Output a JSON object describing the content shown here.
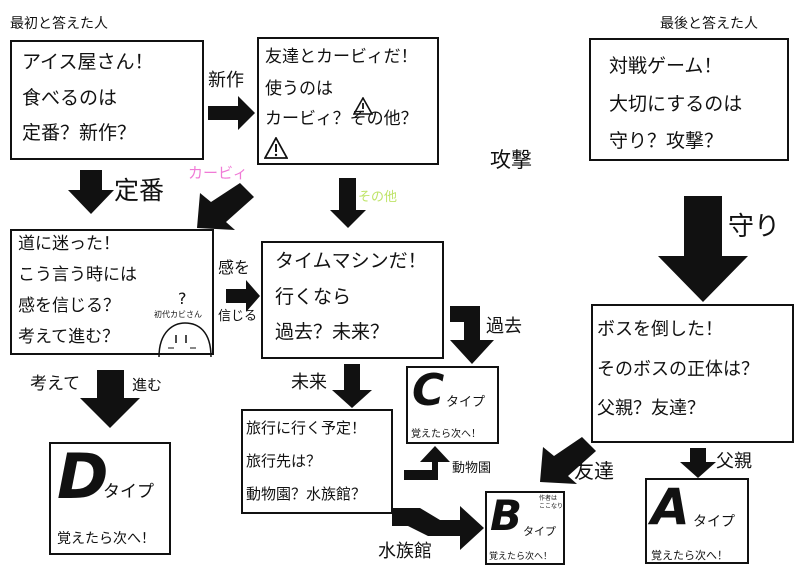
{
  "corners": {
    "first": "最初と答えた人",
    "last": "最後と答えた人"
  },
  "q1": {
    "lines": [
      "アイス屋さん！",
      "食べるのは",
      "定番？新作？"
    ]
  },
  "q2": {
    "lines": [
      "友達とカービィだ！",
      "使うのは",
      "カービィ？その他？"
    ]
  },
  "q3": {
    "lines": [
      "道に迷った！",
      "こう言う時には",
      "感を信じる？",
      "考えて進む？"
    ],
    "caption": "初代カビさん",
    "qmark": "?"
  },
  "q4": {
    "lines": [
      "タイムマシンだ！",
      "行くなら",
      "過去？未来？"
    ]
  },
  "q5": {
    "lines": [
      "旅行に行く予定！",
      "旅行先は？",
      "動物園？水族館？"
    ]
  },
  "q6": {
    "lines": [
      "対戦ゲーム！",
      "大切にするのは",
      "守り？攻撃？"
    ]
  },
  "q7": {
    "lines": [
      "ボスを倒した！",
      "そのボスの正体は？",
      "父親？友達？"
    ]
  },
  "labels": {
    "shinsaku": "新作",
    "teiban": "定番",
    "kirby": "カービィ",
    "sonota": "その他",
    "kougeki": "攻撃",
    "mamori": "守り",
    "kan_wo": "感を",
    "shinjiru": "信じる",
    "kangaete": "考えて",
    "susumu": "進む",
    "kako": "過去",
    "mirai": "未来",
    "doubutsuen": "動物園",
    "suizokukan": "水族館",
    "tomodachi": "友達",
    "chichioya": "父親"
  },
  "results": {
    "A": {
      "letter": "A",
      "type": "タイプ",
      "note": "覚えたら次へ！"
    },
    "B": {
      "letter": "B",
      "type": "タイプ",
      "note": "覚えたら次へ！",
      "author": "作者は ここなり"
    },
    "C": {
      "letter": "C",
      "type": "タイプ",
      "note": "覚えたら次へ！"
    },
    "D": {
      "letter": "D",
      "type": "タイプ",
      "note": "覚えたら次へ！"
    }
  },
  "icons": [
    "warning-icon",
    "arrow-icon",
    "face-doodle-icon"
  ]
}
